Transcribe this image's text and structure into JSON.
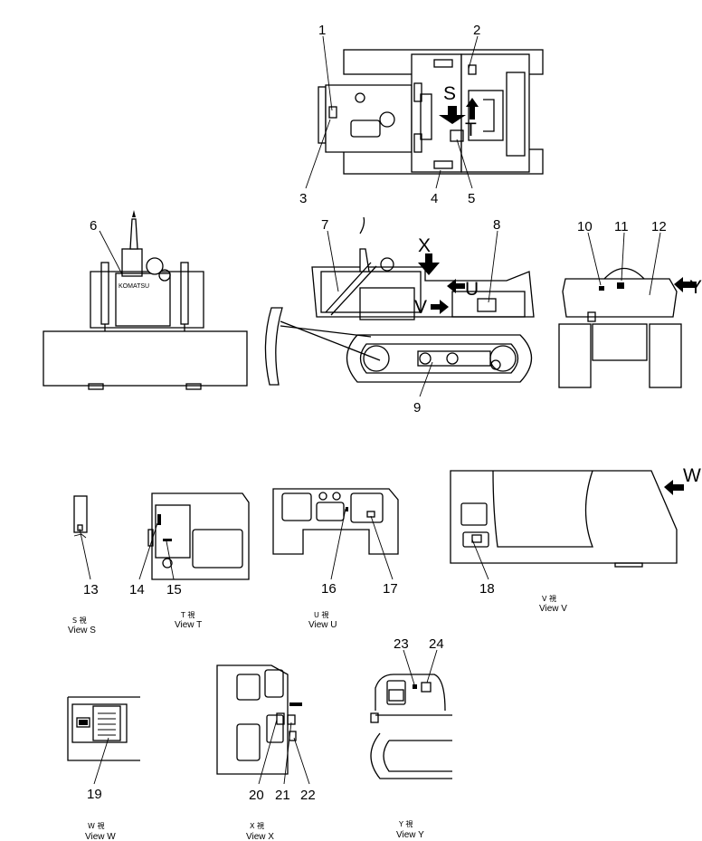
{
  "callouts": [
    "1",
    "2",
    "3",
    "4",
    "5",
    "6",
    "7",
    "8",
    "9",
    "10",
    "11",
    "12",
    "13",
    "14",
    "15",
    "16",
    "17",
    "18",
    "19",
    "20",
    "21",
    "22",
    "23",
    "24"
  ],
  "view_letters": {
    "S": "S",
    "T": "T",
    "U": "U",
    "V": "V",
    "W": "W",
    "X": "X",
    "Y": "Y"
  },
  "brand_text": "KOMATSU",
  "captions": [
    {
      "cjk": "S 視",
      "en": "View S"
    },
    {
      "cjk": "T 視",
      "en": "View T"
    },
    {
      "cjk": "U 視",
      "en": "View U"
    },
    {
      "cjk": "V 視",
      "en": "View V"
    },
    {
      "cjk": "W 視",
      "en": "View W"
    },
    {
      "cjk": "X 視",
      "en": "View X"
    },
    {
      "cjk": "Y 視",
      "en": "View Y"
    }
  ]
}
